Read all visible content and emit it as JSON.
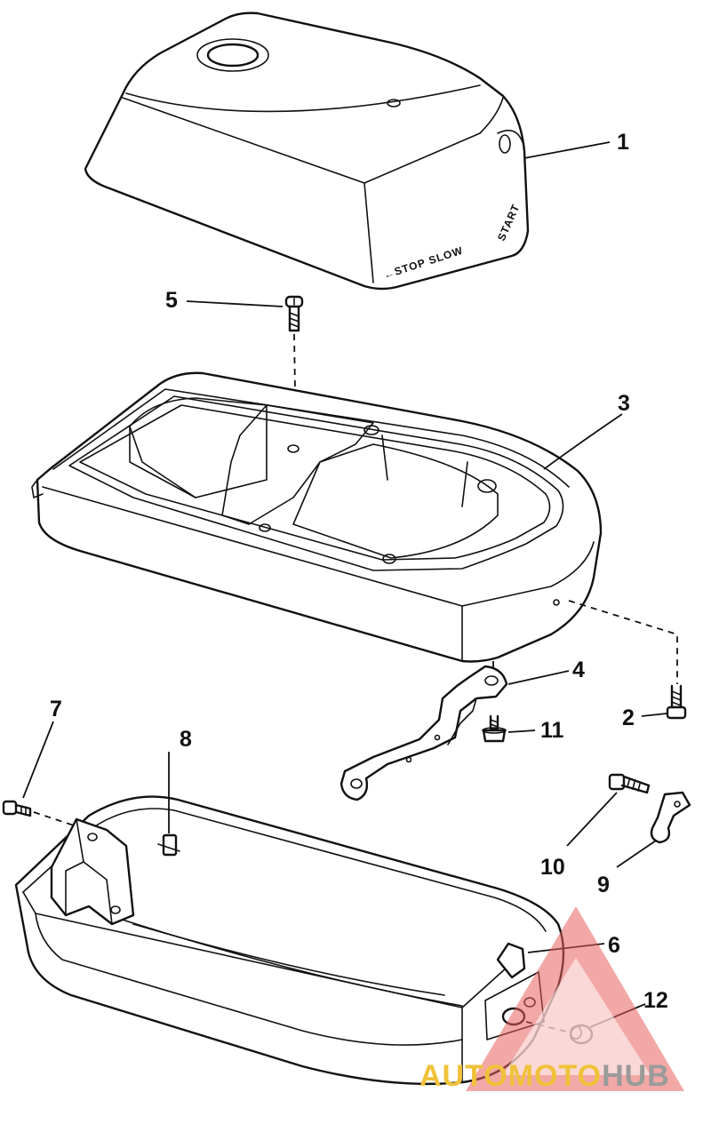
{
  "diagram": {
    "callouts": [
      {
        "id": "c1",
        "label": "1"
      },
      {
        "id": "c2",
        "label": "2"
      },
      {
        "id": "c3",
        "label": "3"
      },
      {
        "id": "c4",
        "label": "4"
      },
      {
        "id": "c5",
        "label": "5"
      },
      {
        "id": "c6",
        "label": "6"
      },
      {
        "id": "c7",
        "label": "7"
      },
      {
        "id": "c8",
        "label": "8"
      },
      {
        "id": "c9",
        "label": "9"
      },
      {
        "id": "c10",
        "label": "10"
      },
      {
        "id": "c11",
        "label": "11"
      },
      {
        "id": "c12",
        "label": "12"
      }
    ],
    "cover_markings": {
      "front": "←STOP SLOW",
      "side": "START"
    }
  },
  "watermark": {
    "part1": "AUTO",
    "part2": "MOTO",
    "part3": "HUB",
    "colors": {
      "triangle": "#e8615c",
      "part1": "#f0c23a",
      "part2": "#f0c23a",
      "part3": "#9a9a9a"
    }
  }
}
